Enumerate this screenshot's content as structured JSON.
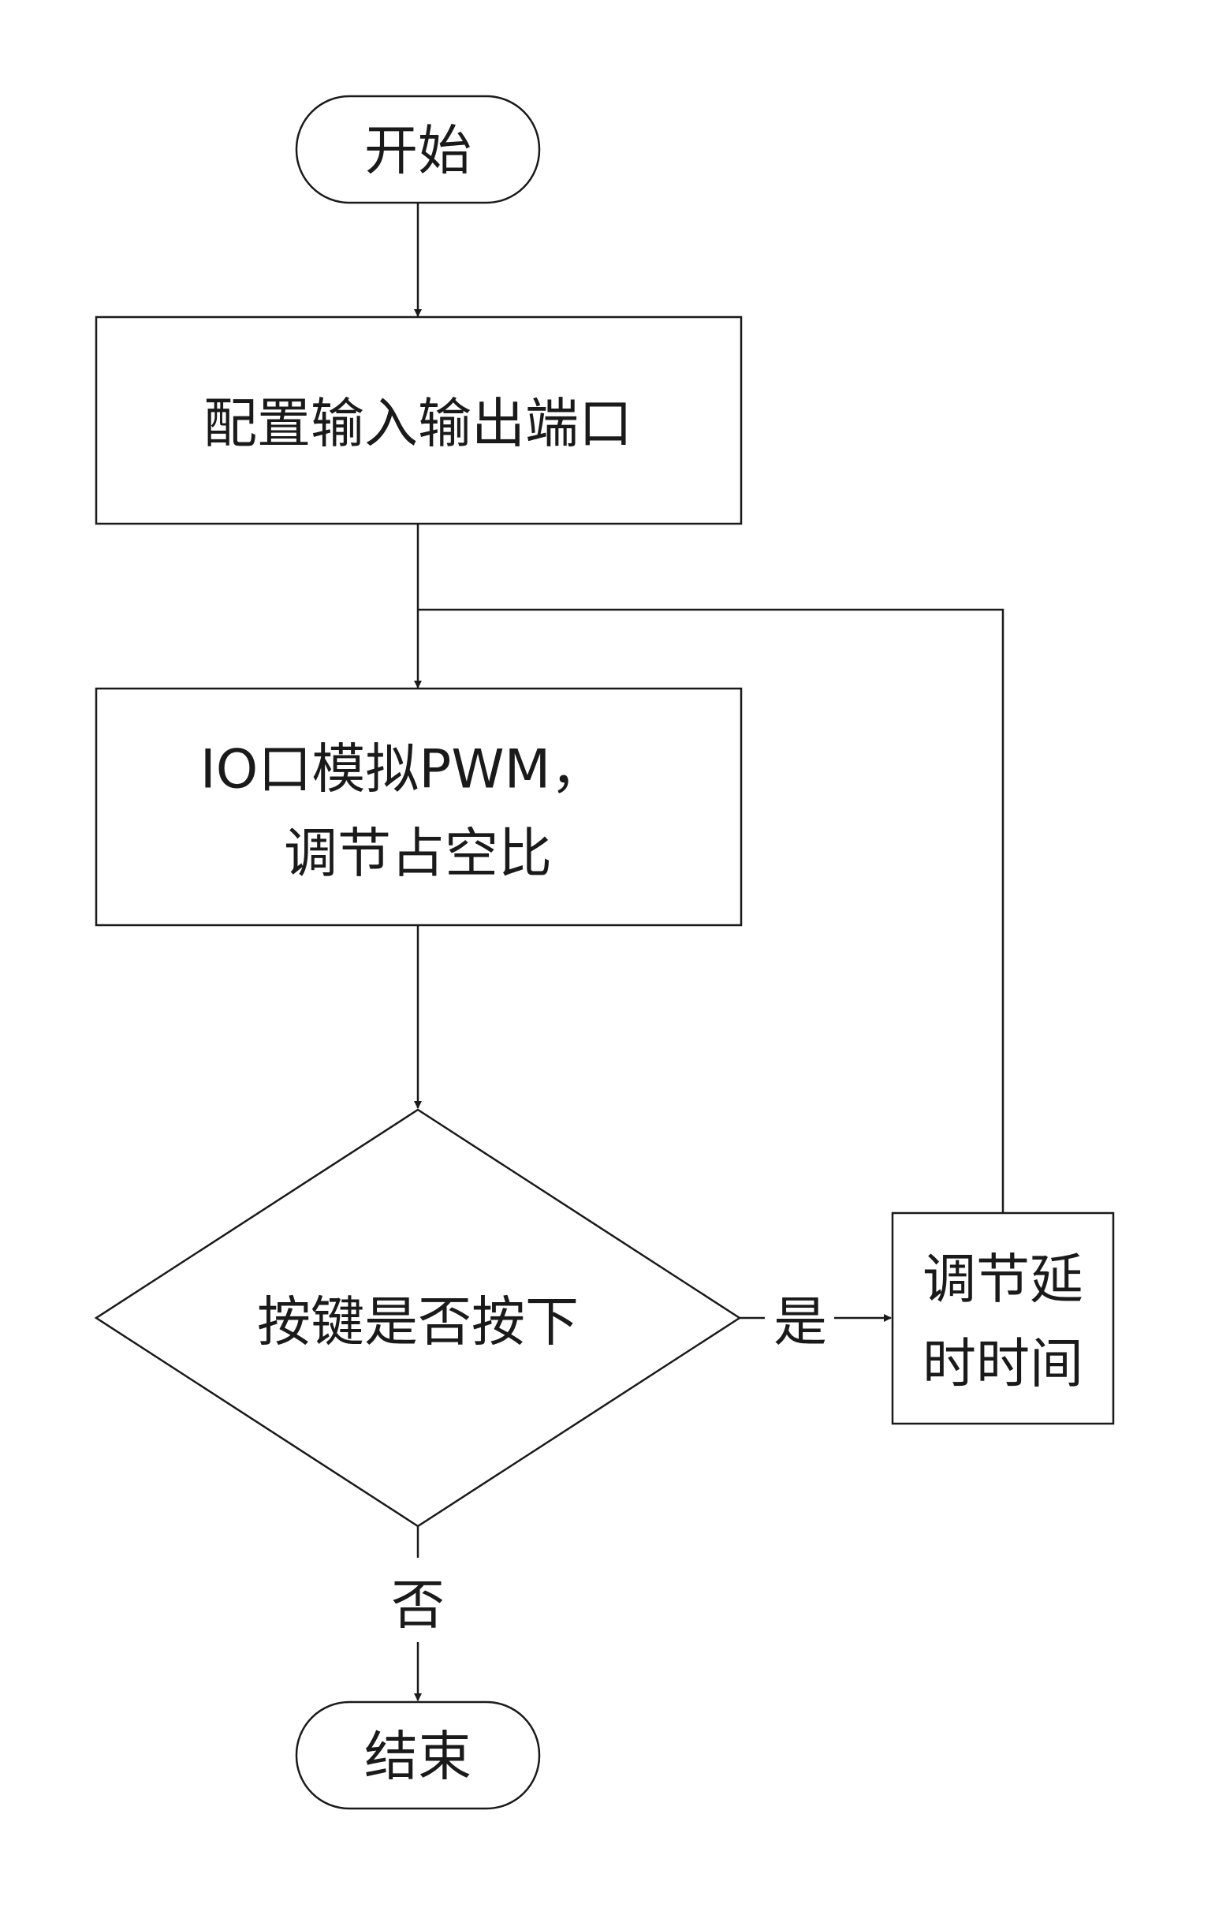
{
  "nodes": {
    "start": {
      "label": "开始"
    },
    "config": {
      "label": "配置输入输出端口"
    },
    "pwm": {
      "line1": "IO口模拟PWM，",
      "line2": "调节占空比"
    },
    "decision": {
      "label": "按键是否按下"
    },
    "delay": {
      "line1": "调节延",
      "line2": "时时间"
    },
    "end": {
      "label": "结束"
    }
  },
  "edges": {
    "yes_label": "是",
    "no_label": "否"
  },
  "colors": {
    "stroke": "#1a1a1a",
    "fill": "#ffffff",
    "background": "#ffffff"
  }
}
